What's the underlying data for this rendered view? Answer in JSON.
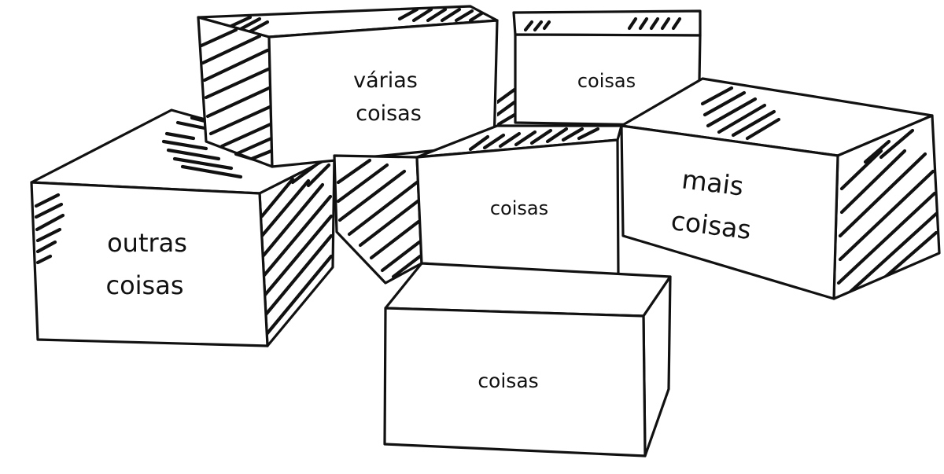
{
  "boxes": {
    "left": {
      "line1": "outras",
      "line2": "coisas"
    },
    "back": {
      "line1": "várias",
      "line2": "coisas"
    },
    "top": {
      "line1": "coisas"
    },
    "middle": {
      "line1": "coisas"
    },
    "right": {
      "line1": "mais",
      "line2": "coisas"
    },
    "front": {
      "line1": "coisas"
    }
  },
  "colors": {
    "ink": "#111111",
    "paper": "#ffffff"
  }
}
